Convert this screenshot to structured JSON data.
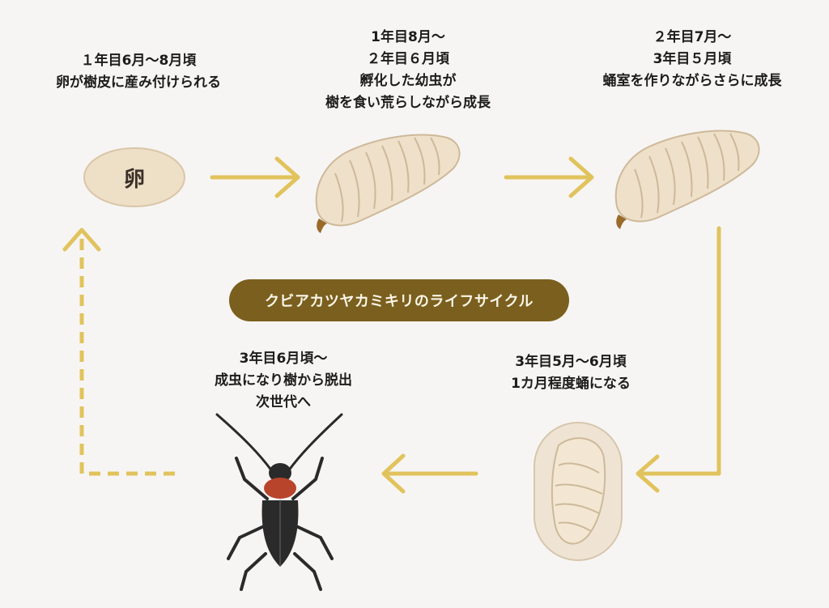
{
  "title": "クビアカツヤカミキリのライフサイクル",
  "egg_label": "卵",
  "stages": {
    "egg": {
      "period": "１年目6月～8月頃",
      "desc": "卵が樹皮に産み付けられる"
    },
    "larva1": {
      "period1": "1年目8月～",
      "period2": "２年目６月頃",
      "desc1": "孵化した幼虫が",
      "desc2": "樹を食い荒らしながら成長"
    },
    "larva2": {
      "period1": "２年目7月～",
      "period2": "3年目５月頃",
      "desc": "蛹室を作りながらさらに成長"
    },
    "pupa": {
      "period": "3年目5月～6月頃",
      "desc": "1カ月程度蛹になる"
    },
    "adult": {
      "period": "3年目6月頃～",
      "desc1": "成虫になり樹から脱出",
      "desc2": "次世代へ"
    }
  },
  "colors": {
    "arrow": "#e1c35d",
    "egg_fill": "#eedfc7",
    "larva_fill": "#eedfc6",
    "title_bg": "#7a5f1e",
    "beetle_body": "#2a2a2a",
    "beetle_collar": "#b8442c"
  }
}
